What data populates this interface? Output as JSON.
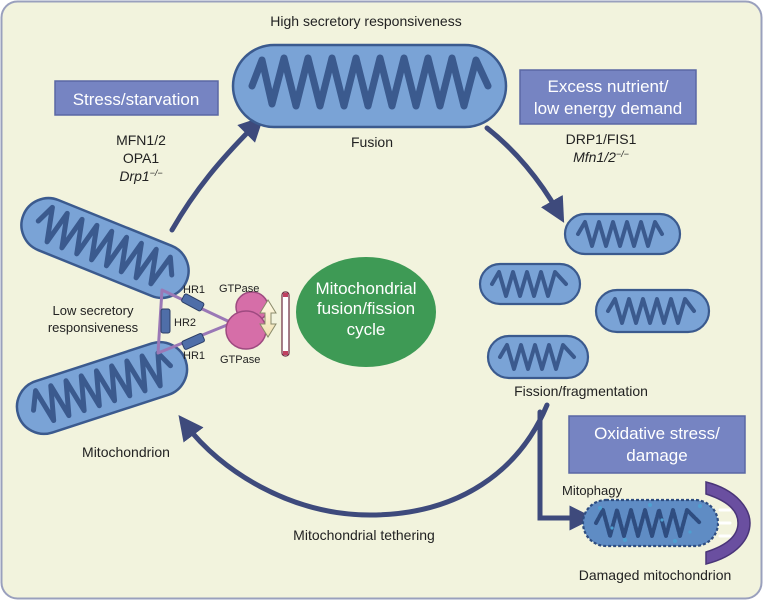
{
  "colors": {
    "background": "#f2f3dd",
    "frame": "#9aa0bd",
    "arrow": "#3e4a7c",
    "mito_outer": "#7aa3d6",
    "mito_inner": "#3b5a8e",
    "box_fill": "#7684c2",
    "box_text": "#ffffff",
    "center_circle": "#3e9a55",
    "gtpase": "#d66ea8",
    "linker": "#9a78b6",
    "hr_box": "#4f6ea8"
  },
  "top_title": "High secretory responsiveness",
  "boxes": {
    "stress": "Stress/starvation",
    "excess_line1": "Excess nutrient/",
    "excess_line2": "low energy demand",
    "oxidative_line1": "Oxidative stress/",
    "oxidative_line2": "damage"
  },
  "fusion_factors": {
    "line1": "MFN1/2",
    "line2": "OPA1",
    "line3": "Drp1",
    "line3_sup": "−/−"
  },
  "fission_factors": {
    "line1": "DRP1/FIS1",
    "line2": "Mfn1/2",
    "line2_sup": "−/−"
  },
  "labels": {
    "fusion": "Fusion",
    "low_resp_line1": "Low secretory",
    "low_resp_line2": "responsiveness",
    "mitochondrion": "Mitochondrion",
    "fission": "Fission/fragmentation",
    "mitophagy": "Mitophagy",
    "damaged": "Damaged mitochondrion",
    "tethering": "Mitochondrial tethering"
  },
  "center": {
    "line1": "Mitochondrial",
    "line2": "fusion/fission",
    "line3": "cycle"
  },
  "tether": {
    "hr1_top": "HR1",
    "hr2": "HR2",
    "hr1_bottom": "HR1",
    "gtpase_top": "GTPase",
    "gtpase_bottom": "GTPase"
  }
}
